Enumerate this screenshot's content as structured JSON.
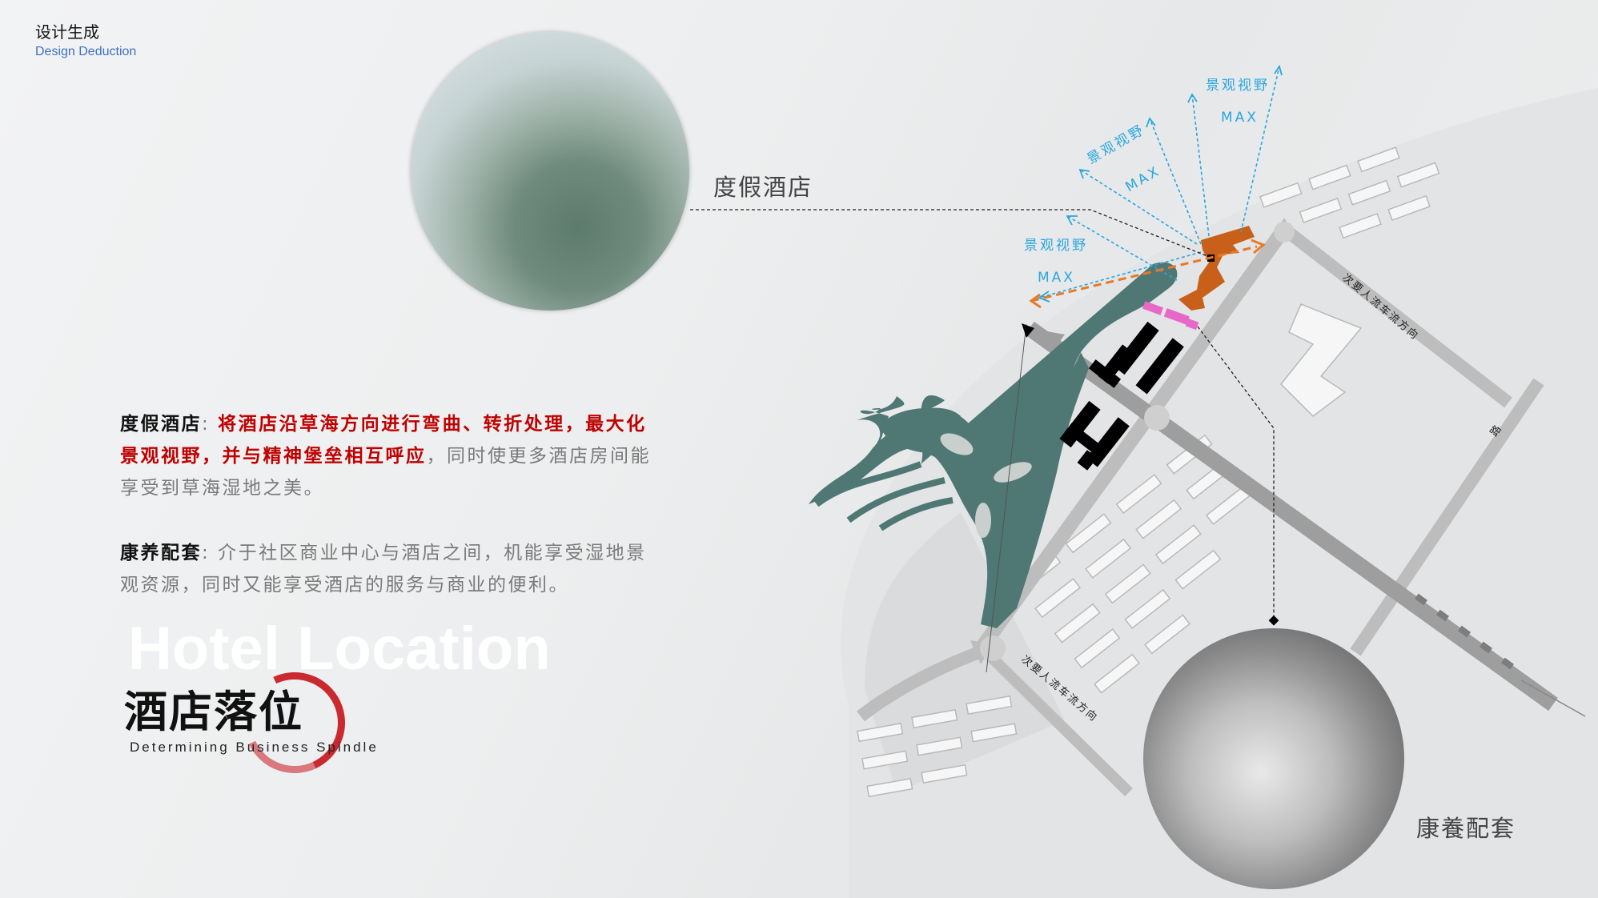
{
  "header": {
    "title_cn": "设计生成",
    "title_en": "Design Deduction"
  },
  "callouts": {
    "hotel": "度假酒店",
    "health": "康養配套"
  },
  "paragraphs": {
    "p1": {
      "label": "度假酒店",
      "sep": ":",
      "highlight": "将酒店沿草海方向进行弯曲、转折处理，最大化景观视野，并与精神堡垒相互呼应",
      "rest": "，同时使更多酒店房间能享受到草海湿地之美。"
    },
    "p2": {
      "label": "康养配套",
      "sep": ":",
      "rest": "介于社区商业中心与酒店之间，机能享受湿地景观资源，同时又能享受酒店的服务与商业的便利。"
    }
  },
  "section": {
    "bg_title": "Hotel Location",
    "title": "酒店落位",
    "subtitle": "Determining Business Spindle"
  },
  "map": {
    "view_label": "景观视野",
    "max_label": "MAX",
    "road_label": "次要人流车流方向",
    "road_label_short": "路"
  },
  "colors": {
    "accent_red": "#c00000",
    "hotel_orange": "#c8601a",
    "wetland_teal": "#4f7774",
    "view_blue": "#2aa7df",
    "health_pink": "#e868c8",
    "header_blue": "#3f6fc4"
  }
}
